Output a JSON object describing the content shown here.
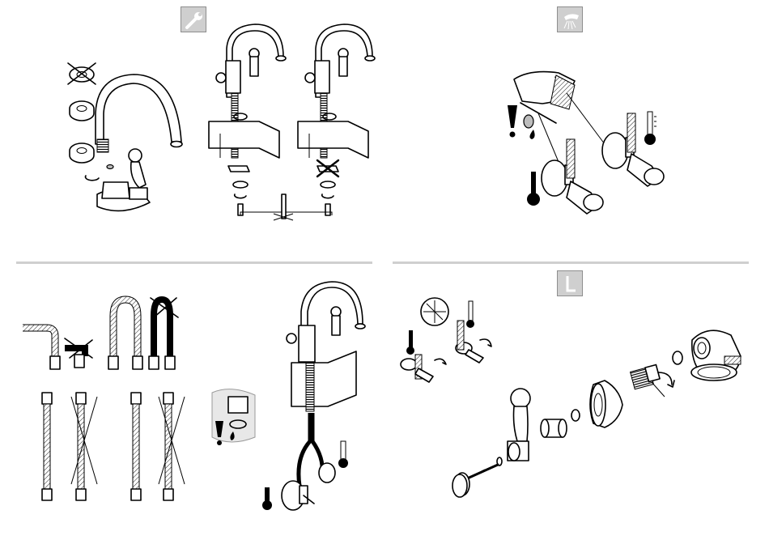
{
  "sheet": {
    "divider_color": "#cfcfcf",
    "tile_color": "#cfcfcf"
  },
  "panels": {
    "top_left": {
      "symbol": "wrench-icon",
      "topic": "spout-aerator-and-mounting"
    },
    "top_right": {
      "symbol": "spray-icon",
      "topic": "angle-valves-hot-cold"
    },
    "bottom_left": {
      "symbol": "",
      "topic": "flexible-hose-routing"
    },
    "bottom_right": {
      "symbol": "allen-key-icon",
      "topic": "cartridge-exploded-view"
    }
  }
}
